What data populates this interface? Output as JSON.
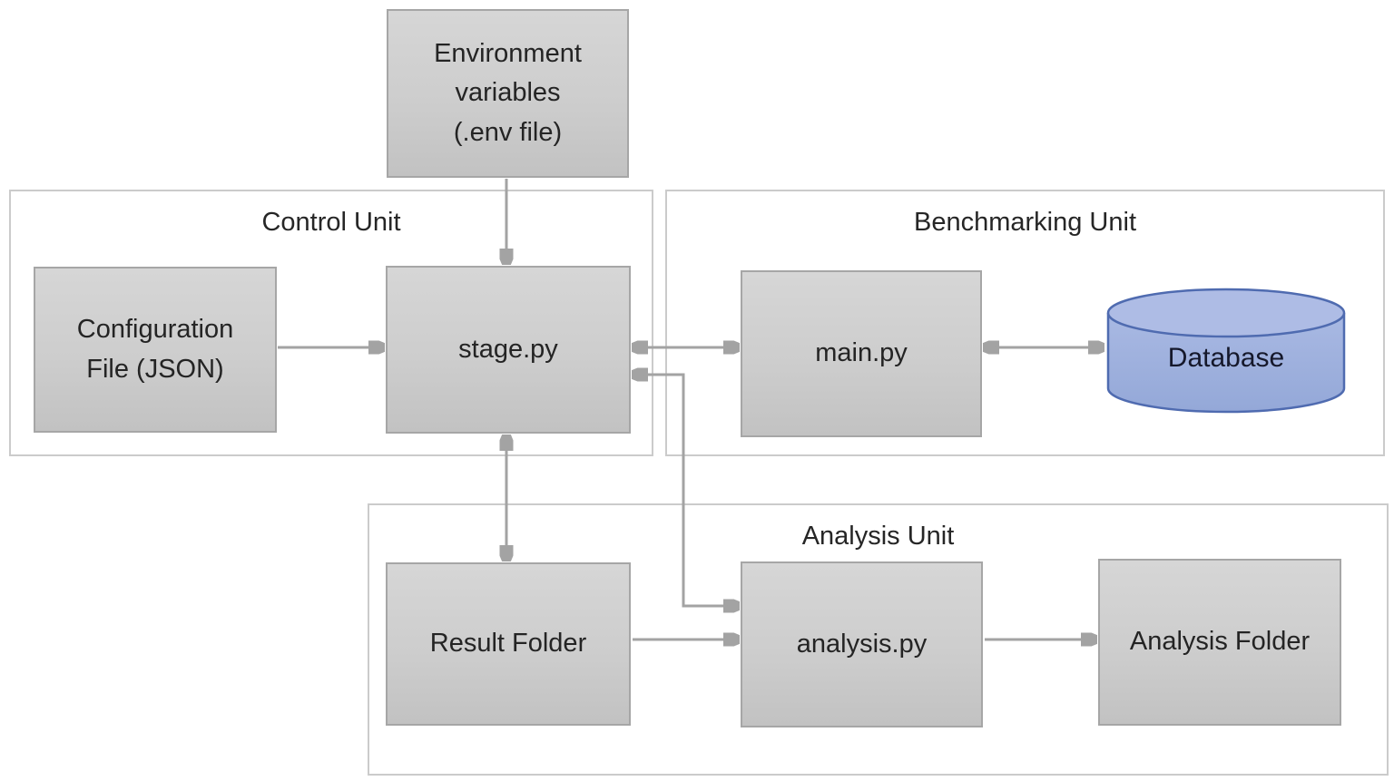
{
  "containers": {
    "control": {
      "label": "Control Unit"
    },
    "benchmarking": {
      "label": "Benchmarking Unit"
    },
    "analysis": {
      "label": "Analysis Unit"
    }
  },
  "nodes": {
    "environment": {
      "lines": [
        "Environment",
        "variables",
        "(.env file)"
      ]
    },
    "configuration": {
      "lines": [
        "Configuration",
        "File (JSON)"
      ]
    },
    "stage": {
      "label": "stage.py"
    },
    "main": {
      "label": "main.py"
    },
    "database": {
      "label": "Database"
    },
    "result_folder": {
      "label": "Result Folder"
    },
    "analysis_py": {
      "label": "analysis.py"
    },
    "analysis_folder": {
      "label": "Analysis Folder"
    }
  },
  "edges": [
    {
      "from": "environment",
      "to": "stage",
      "direction": "one-way"
    },
    {
      "from": "configuration",
      "to": "stage",
      "direction": "one-way"
    },
    {
      "from": "stage",
      "to": "main",
      "direction": "two-way"
    },
    {
      "from": "main",
      "to": "database",
      "direction": "two-way"
    },
    {
      "from": "stage",
      "to": "analysis_py",
      "direction": "two-way"
    },
    {
      "from": "stage",
      "to": "result_folder",
      "direction": "two-way"
    },
    {
      "from": "result_folder",
      "to": "analysis_py",
      "direction": "one-way"
    },
    {
      "from": "analysis_py",
      "to": "analysis_folder",
      "direction": "one-way"
    }
  ],
  "colors": {
    "node_fill_top": "#d6d6d6",
    "node_fill_bottom": "#c2c2c2",
    "node_border": "#a6a6a6",
    "container_border": "#cbcbcb",
    "arrow": "#a3a3a3",
    "database_fill": "#9fb1df",
    "database_border": "#4f6bb0",
    "text": "#262626"
  }
}
